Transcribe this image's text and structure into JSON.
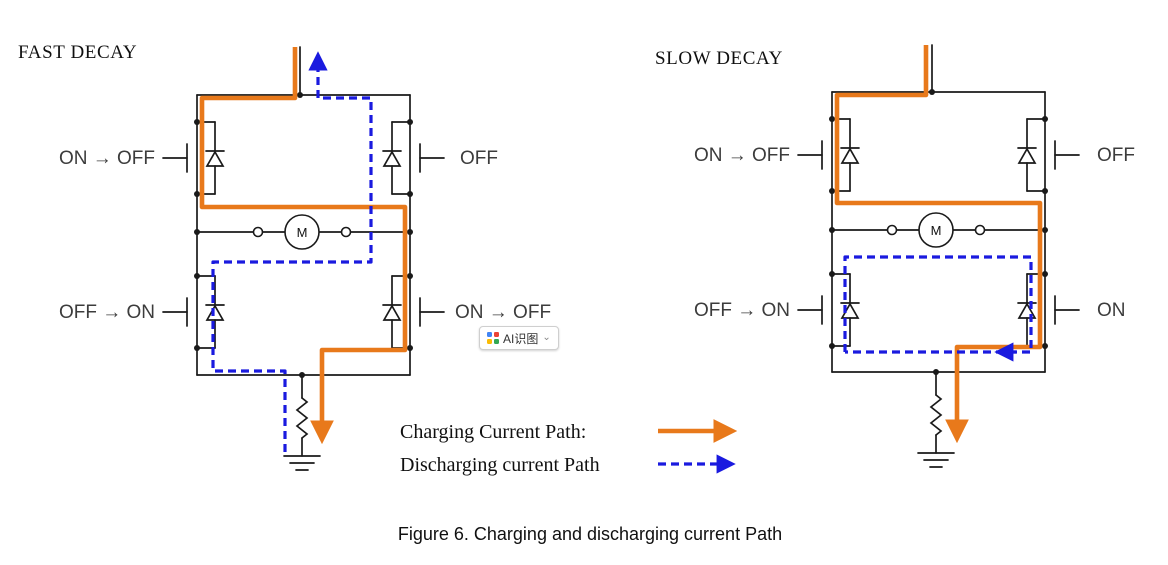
{
  "colors": {
    "charging": "#E8791B",
    "discharging": "#1A1ADF",
    "circuit": "#1A1A1A"
  },
  "fast_decay": {
    "title": "FAST DECAY",
    "motor_label": "M",
    "labels": {
      "top_left": "ON → OFF",
      "top_right": "OFF",
      "bottom_left": "OFF → ON",
      "bottom_right": "ON → OFF"
    }
  },
  "slow_decay": {
    "title": "SLOW DECAY",
    "motor_label": "M",
    "labels": {
      "top_left": "ON → OFF",
      "top_right": "OFF",
      "bottom_left": "OFF → ON",
      "bottom_right": "ON"
    }
  },
  "legend": {
    "charging_label": "Charging Current Path:",
    "discharging_label": "Discharging current Path"
  },
  "figure": {
    "caption": "Figure 6. Charging and discharging current Path"
  },
  "overlay_badge": {
    "label": "AI识图",
    "chevron": "⌄"
  }
}
